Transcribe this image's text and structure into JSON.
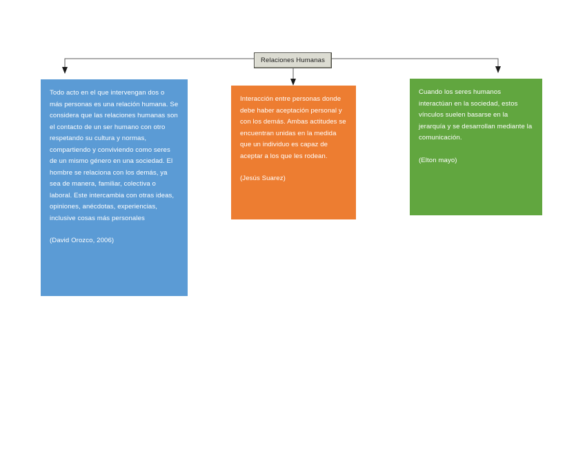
{
  "diagram": {
    "title": "Relaciones Humanas",
    "root": {
      "label": "Relaciones Humanas"
    },
    "colors": {
      "root_fill": "#dcdcd2",
      "root_border": "#4a4a42",
      "blue": "#5b9bd5",
      "orange": "#ed7d31",
      "green": "#61a63f",
      "connector": "#595959",
      "canvas": "#ffffff"
    },
    "nodes": [
      {
        "id": "node-blue",
        "color": "#5b9bd5",
        "body": "Todo acto en el que intervengan dos o más personas es una relación humana. Se considera que las relaciones humanas son el contacto de un ser humano con otro respetando su cultura y normas, compartiendo y conviviendo como seres de un mismo género en una sociedad.  El hombre se relaciona con los demás, ya sea de manera, familiar, colectiva o laboral. Este intercambia con otras ideas, opiniones, anécdotas, experiencias, inclusive cosas más personales",
        "attribution": "(David Orozco, 2006)"
      },
      {
        "id": "node-orange",
        "color": "#ed7d31",
        "body": "Interacción entre personas donde debe haber aceptación personal y con los demás. Ambas actitudes se encuentran unidas en la medida que un individuo es capaz de aceptar a los que les rodean.",
        "attribution": "(Jesús Suarez)"
      },
      {
        "id": "node-green",
        "color": "#61a63f",
        "body": "Cuando los seres humanos interactúan en la sociedad, estos vínculos suelen basarse en la jerarquía y se desarrollan mediante la comunicación.",
        "attribution": "(Elton mayo)"
      }
    ]
  }
}
